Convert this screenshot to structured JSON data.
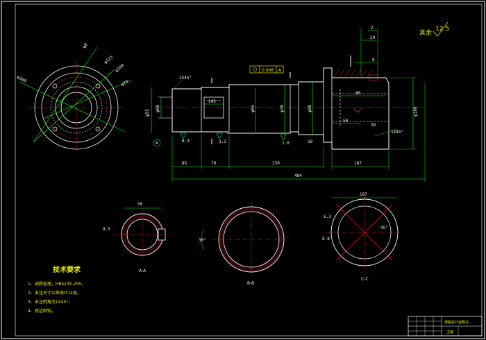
{
  "drawing": {
    "background": "#000000",
    "colors": {
      "outline": "#ffffff",
      "centerline": "#ff2020",
      "dimension": "#00ff00",
      "hatch": "#ff3030",
      "text": "#e8e800",
      "frame": "#ffffff"
    }
  },
  "roughness": {
    "label": "其余",
    "value": "12.5"
  },
  "main_view": {
    "dims": {
      "overall": "484",
      "d1": "85",
      "d2": "70",
      "d3": "230",
      "d4": "145",
      "d5": "187",
      "d6": "80",
      "d7": "50",
      "d8": "20",
      "d9": "18",
      "d10": "28",
      "d11": "1X45°",
      "d12": "1X45°",
      "d13": "2",
      "d14": "8",
      "d15": "0.008",
      "d16": "A",
      "dia1": "φ55",
      "dia2": "φ60",
      "dia3": "φ65",
      "dia4": "φ70",
      "dia5": "φ80",
      "dia6": "φ180",
      "r1": "6.3",
      "r2": "3.2",
      "r3": "1.6"
    }
  },
  "left_view": {
    "labels": [
      "φ8",
      "φ125",
      "φ100",
      "φ70",
      "φ100"
    ]
  },
  "sections": [
    {
      "label": "A-A",
      "dims": [
        "50",
        "8.5"
      ]
    },
    {
      "label": "B-B",
      "dims": [
        "30°"
      ]
    },
    {
      "label": "C-C",
      "dims": [
        "187",
        "6.3",
        "8.8",
        "45°"
      ]
    }
  ],
  "tech": {
    "title": "技术要求",
    "items": [
      "1、调质处理，HBS235-255。",
      "2、未注尺寸公差按IT14级。",
      "3、未注倒角为1X45°。",
      "4、锐边倒钝。"
    ]
  },
  "title_block": {
    "name": "主轴",
    "school": "课程设计说明书"
  }
}
